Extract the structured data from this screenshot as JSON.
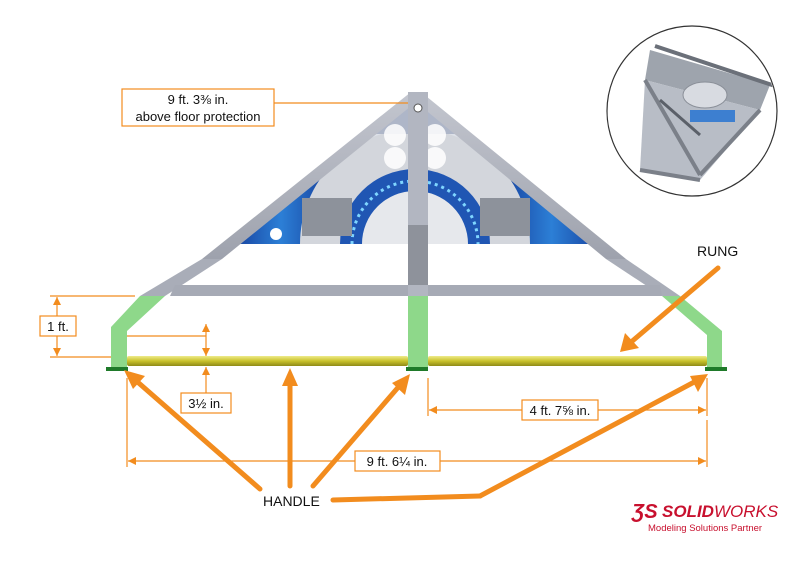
{
  "dimensions": {
    "top_height_line1": "9 ft. 3⅜ in.",
    "top_height_line2": "above floor protection",
    "one_ft": "1 ft.",
    "three_half_in": "3½ in.",
    "half_span": "4 ft. 7⅝ in.",
    "full_span": "9 ft. 6¼ in."
  },
  "callouts": {
    "rung": "RUNG",
    "handle": "HANDLE"
  },
  "logo": {
    "brand_prefix": "SOLID",
    "brand_suffix": "WORKS",
    "subtitle": "Modeling Solutions Partner"
  },
  "colors": {
    "dimension_orange": "#f28c1e",
    "frame_gray": "#a9adb8",
    "handle_green": "#8ed88a",
    "rung_yellow": "#c8c32a",
    "panel_blue": "#1d5db8",
    "brand_red": "#c8102e"
  }
}
